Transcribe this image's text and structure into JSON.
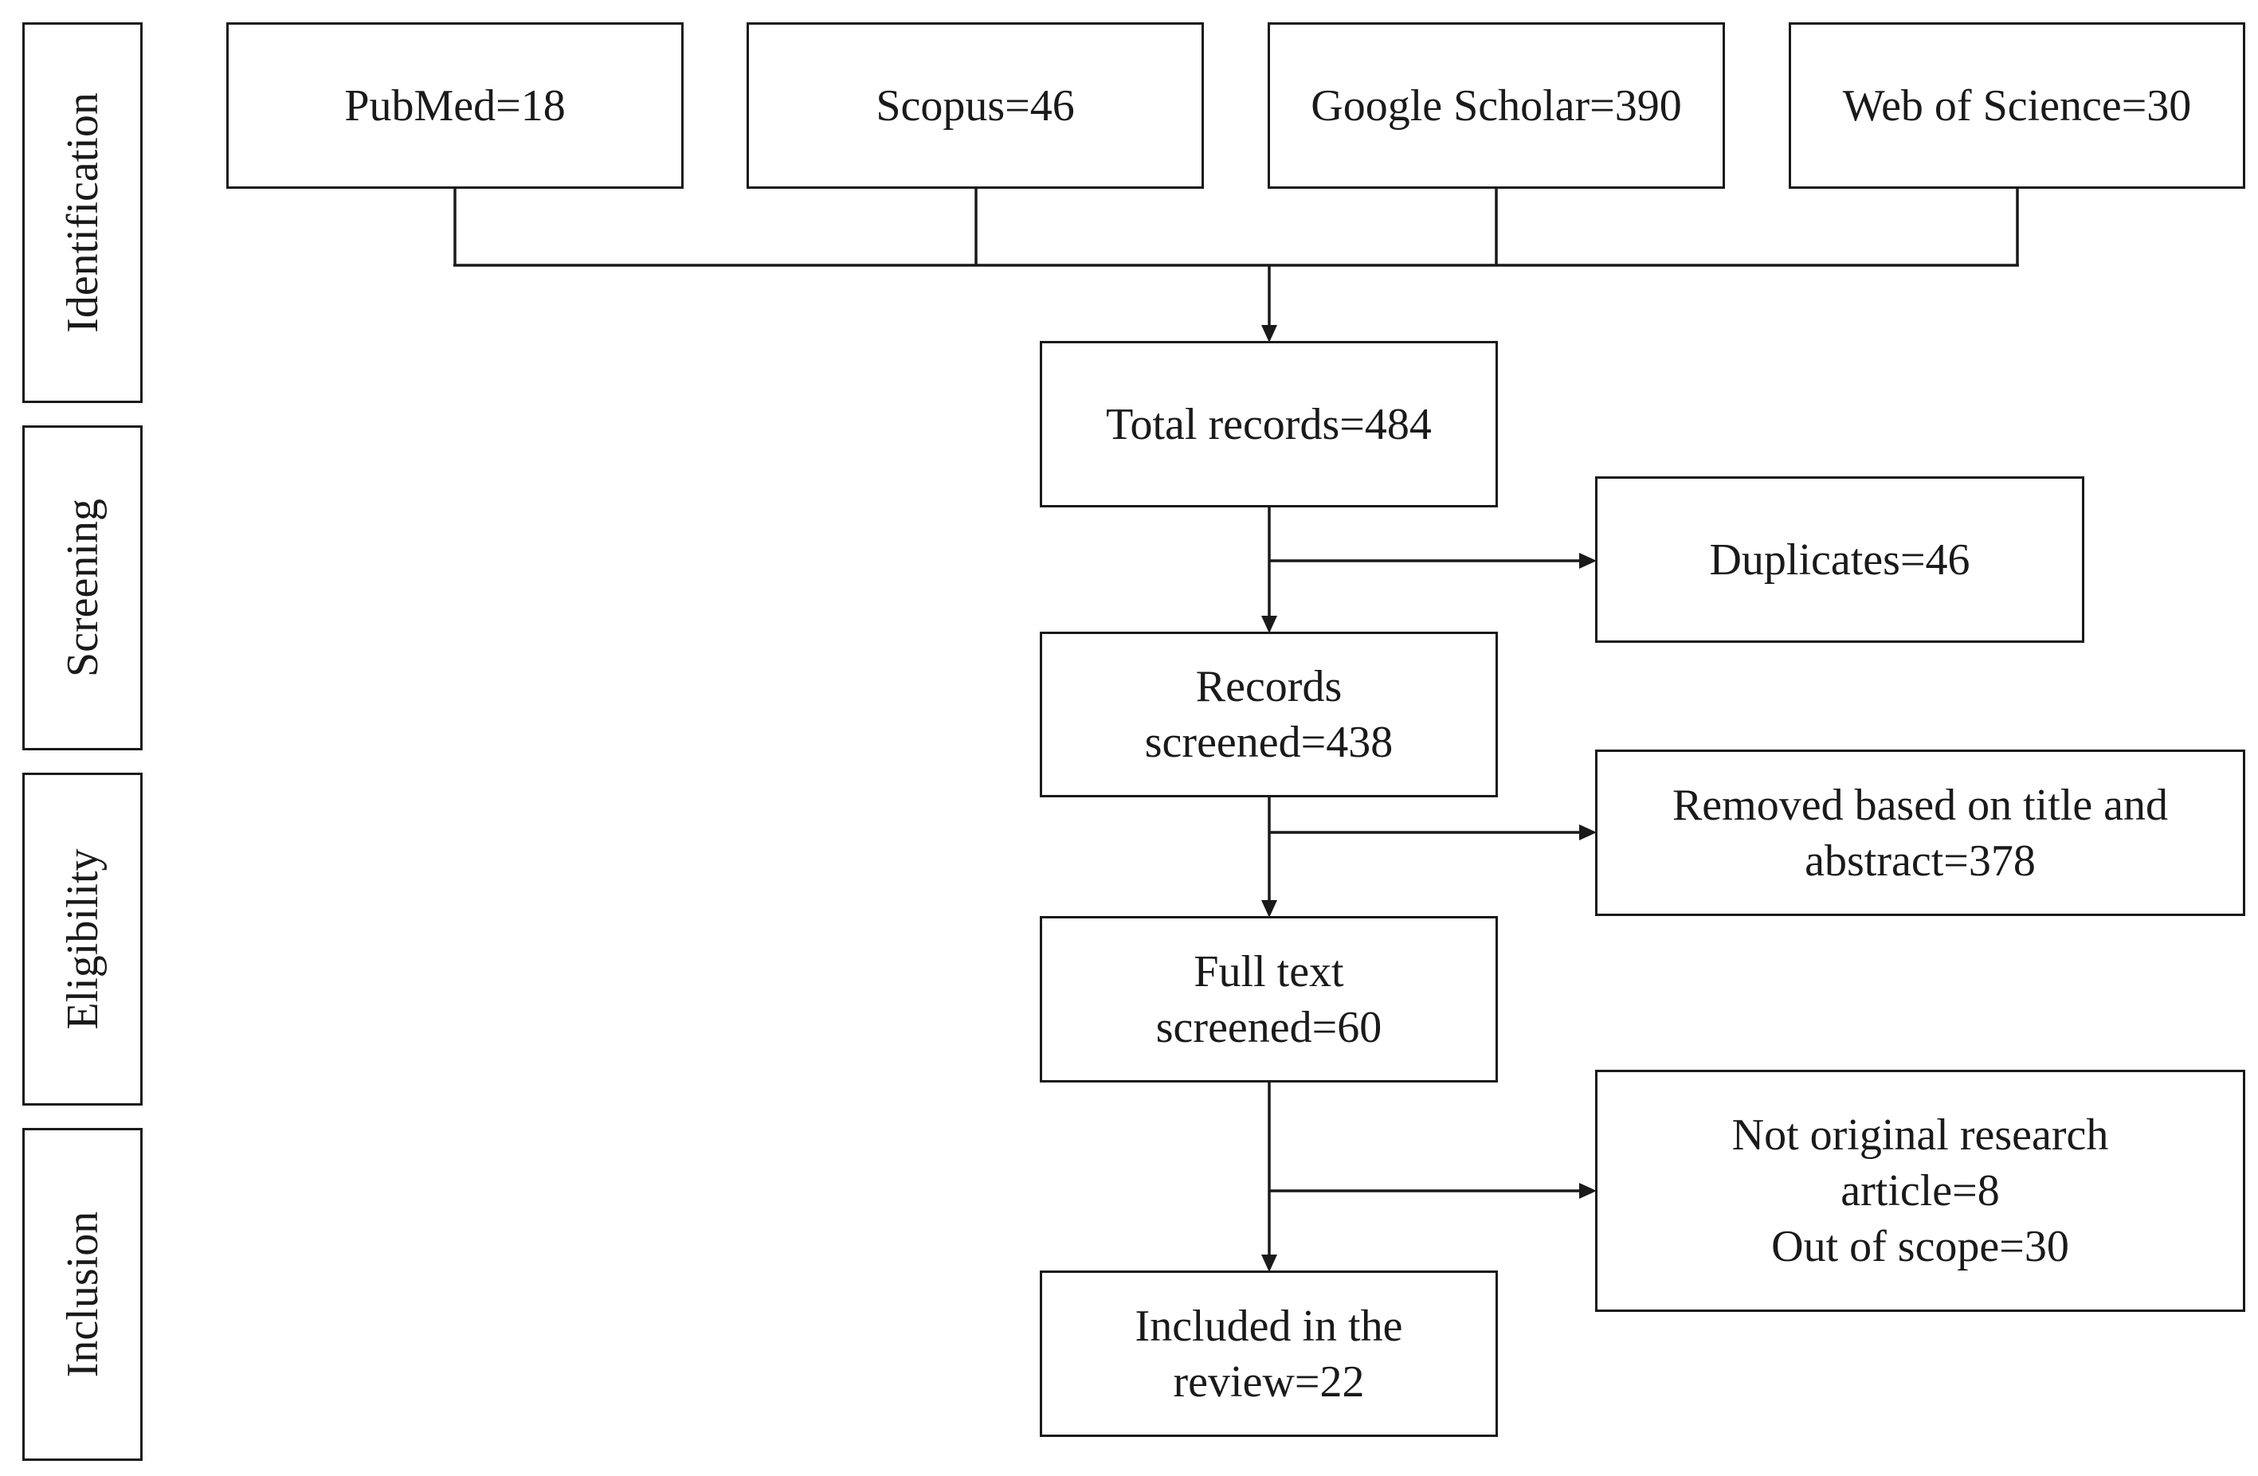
{
  "stages": {
    "identification": "Identification",
    "screening": "Screening",
    "eligibility": "Eligibility",
    "inclusion": "Inclusion"
  },
  "sources": {
    "pubmed": "PubMed=18",
    "scopus": "Scopus=46",
    "google_scholar": "Google Scholar=390",
    "web_of_science": "Web of Science=30"
  },
  "flow": {
    "total": "Total records=484",
    "screened": [
      "Records",
      "screened=438"
    ],
    "full_text": [
      "Full text",
      "screened=60"
    ],
    "included": [
      "Included in the",
      "review=22"
    ]
  },
  "exclusions": {
    "duplicates": "Duplicates=46",
    "title_abstract": [
      "Removed based on title and",
      "abstract=378"
    ],
    "full_text": [
      "Not original research",
      "article=8",
      "Out of scope=30"
    ]
  }
}
